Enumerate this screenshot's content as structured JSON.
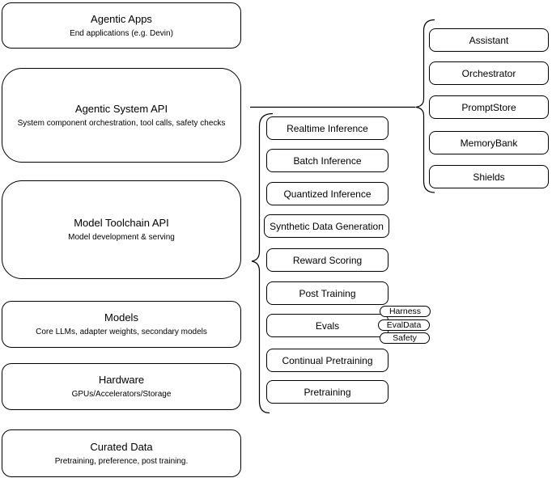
{
  "canvas": {
    "background": "#ffffff",
    "stroke_color": "#000000",
    "text_color": "#000000"
  },
  "left_stack": [
    {
      "title": "Agentic Apps",
      "subtitle": "End applications (e.g. Devin)"
    },
    {
      "title": "Agentic System API",
      "subtitle": "System component orchestration, tool calls, safety checks"
    },
    {
      "title": "Model Toolchain API",
      "subtitle": "Model development & serving"
    },
    {
      "title": "Models",
      "subtitle": "Core LLMs, adapter weights, secondary models"
    },
    {
      "title": "Hardware",
      "subtitle": "GPUs/Accelerators/Storage"
    },
    {
      "title": "Curated Data",
      "subtitle": "Pretraining, preference, post training."
    }
  ],
  "toolchain_items": [
    "Realtime Inference",
    "Batch Inference",
    "Quantized Inference",
    "Synthetic Data Generation",
    "Reward Scoring",
    "Post Training",
    "Evals",
    "Continual Pretraining",
    "Pretraining"
  ],
  "eval_tags": [
    "Harness",
    "EvalData",
    "Safety"
  ],
  "system_items": [
    "Assistant",
    "Orchestrator",
    "PromptStore",
    "MemoryBank",
    "Shields"
  ]
}
